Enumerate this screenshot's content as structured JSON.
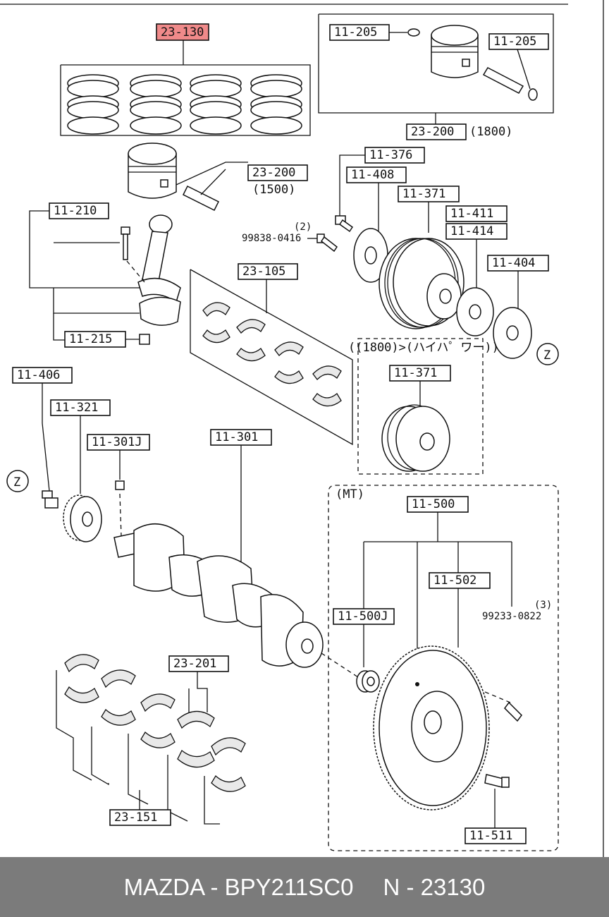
{
  "diagram": {
    "labels": {
      "rings": "23-130",
      "circlip_left": "11-205",
      "circlip_right": "11-205",
      "piston_1800": "23-200",
      "piston_1800_note": "(1800)",
      "piston_1500": "23-200",
      "piston_1500_note": "(1500)",
      "bolt_376": "11-376",
      "plate_408": "11-408",
      "pulley_371": "11-371",
      "plate_411": "11-411",
      "plate_414": "11-414",
      "plate_404": "11-404",
      "conrod": "11-210",
      "conrod_nut": "11-215",
      "bolt_99838_qty": "(2)",
      "bolt_99838": "99838-0416",
      "conrod_bearing": "23-105",
      "pulley_note": "((1800)>(ハイハ゜ワー))",
      "pulley_371_b": "11-371",
      "bolt_406": "11-406",
      "timing_gear": "11-321",
      "key": "11-301J",
      "crankshaft": "11-301",
      "z_left": "Z",
      "z_right": "Z",
      "mt_note": "(MT)",
      "flywheel_assy": "11-500",
      "flywheel": "11-502",
      "pilot_bearing": "11-500J",
      "pin_qty": "(3)",
      "pin": "99233-0822",
      "thrust_bearing": "23-201",
      "main_bearing": "23-151",
      "flywheel_bolt": "11-511"
    }
  },
  "footer": {
    "brand_part": "MAZDA - BPY211SC0",
    "code": "N - 23130"
  },
  "colors": {
    "highlight": "#f08a8a",
    "footer_bg": "#7b7b7b",
    "line": "#111111"
  }
}
